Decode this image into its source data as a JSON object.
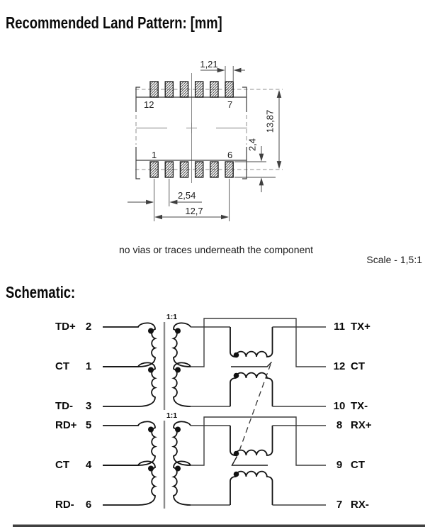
{
  "page": {
    "title": "Recommended Land Pattern: [mm]",
    "schematic_heading": "Schematic:",
    "note": "no vias or traces underneath the component",
    "scale_label": "Scale - 1,5:1"
  },
  "land_pattern": {
    "dimensions": {
      "pad_width": "1,21",
      "overall_height": "13,87",
      "pad_height": "2,4",
      "pad_pitch": "2,54",
      "row_span": "12,7"
    },
    "pad_labels": {
      "top_left": "12",
      "top_right": "7",
      "bottom_left": "1",
      "bottom_right": "6"
    }
  },
  "schematic": {
    "transformers": [
      {
        "ratio": "1:1"
      },
      {
        "ratio": "1:1"
      }
    ],
    "left_pins": [
      {
        "name": "TD+",
        "num": "2"
      },
      {
        "name": "CT",
        "num": "1"
      },
      {
        "name": "TD-",
        "num": "3"
      },
      {
        "name": "RD+",
        "num": "5"
      },
      {
        "name": "CT",
        "num": "4"
      },
      {
        "name": "RD-",
        "num": "6"
      }
    ],
    "right_pins": [
      {
        "num": "11",
        "name": "TX+"
      },
      {
        "num": "12",
        "name": "CT"
      },
      {
        "num": "10",
        "name": "TX-"
      },
      {
        "num": "8",
        "name": "RX+"
      },
      {
        "num": "9",
        "name": "CT"
      },
      {
        "num": "7",
        "name": "RX-"
      }
    ]
  },
  "colors": {
    "wire": "#3c3c3c",
    "winding": "#121212",
    "core_gray": "#8c8c8c",
    "dash_gray": "#8f8f8f",
    "footer_bar": "#404040"
  }
}
